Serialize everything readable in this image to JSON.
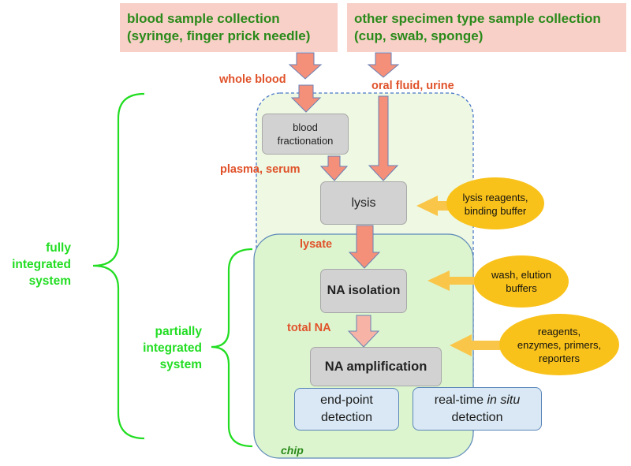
{
  "top_boxes": {
    "blood": {
      "line1": "blood sample collection",
      "line2": "(syringe, finger prick needle)"
    },
    "other": {
      "line1": "other specimen type sample collection",
      "line2": "(cup, swab, sponge)"
    }
  },
  "flow_labels": {
    "whole_blood": "whole blood",
    "oral_fluid_urine": "oral fluid, urine",
    "plasma_serum": "plasma, serum",
    "lysate": "lysate",
    "total_na": "total NA"
  },
  "steps": {
    "blood_fractionation": {
      "line1": "blood",
      "line2": "fractionation"
    },
    "lysis": "lysis",
    "na_isolation": "NA isolation",
    "na_amplification": "NA amplification",
    "endpoint": {
      "line1": "end-point",
      "line2": "detection"
    },
    "realtime": {
      "line1_pre": "real-time ",
      "line1_italic": "in situ",
      "line2": "detection"
    }
  },
  "reagents": {
    "lysis": {
      "line1": "lysis reagents,",
      "line2": "binding buffer"
    },
    "wash": {
      "line1": "wash, elution",
      "line2": "buffers"
    },
    "amp": {
      "line1": "reagents,",
      "line2": "enzymes, primers,",
      "line3": "reporters"
    }
  },
  "systems": {
    "fully": {
      "line1": "fully",
      "line2": "integrated",
      "line3": "system"
    },
    "partially": {
      "line1": "partially",
      "line2": "integrated",
      "line3": "system"
    }
  },
  "chip_label": "chip",
  "colors": {
    "arrow_fill": "#f4907a",
    "arrow_light": "#f7b4a6",
    "arrow_stroke": "#6a7fb5",
    "reagent_arrow": "#f9c64a",
    "reagent_ellipse": "#f9c21a",
    "region_fill": "#eef8e3",
    "chip_fill": "#dcf5cf",
    "region_dash": "#4a78c8",
    "brace": "#22dd22"
  }
}
